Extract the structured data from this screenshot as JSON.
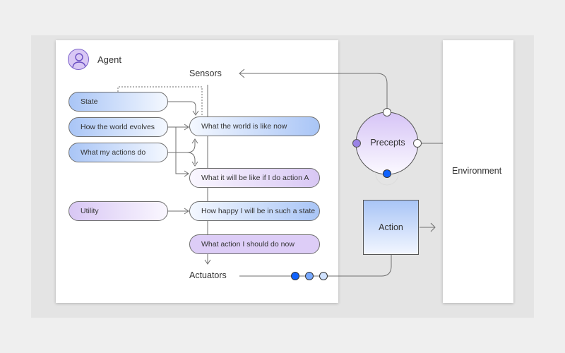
{
  "agent": {
    "title": "Agent"
  },
  "sensors": {
    "label": "Sensors"
  },
  "actuators": {
    "label": "Actuators"
  },
  "environment": {
    "label": "Environment"
  },
  "precepts": {
    "label": "Precepts"
  },
  "action": {
    "label": "Action"
  },
  "left_nodes": {
    "state": "State",
    "world_evolves": "How the world evolves",
    "my_actions": "What my actions do",
    "utility": "Utility"
  },
  "right_nodes": {
    "world_now": "What the world is like now",
    "if_action": "What it will be like if I do action A",
    "happy": "How happy I will be in such a state",
    "should_do": "What action I should do now"
  },
  "colors": {
    "blue_accent": "#0f62fe",
    "purple_accent": "#8a6fe0",
    "blue_fill": "#a9c5f6",
    "purple_fill": "#d8c7f4",
    "line": "#6f6f6f"
  }
}
